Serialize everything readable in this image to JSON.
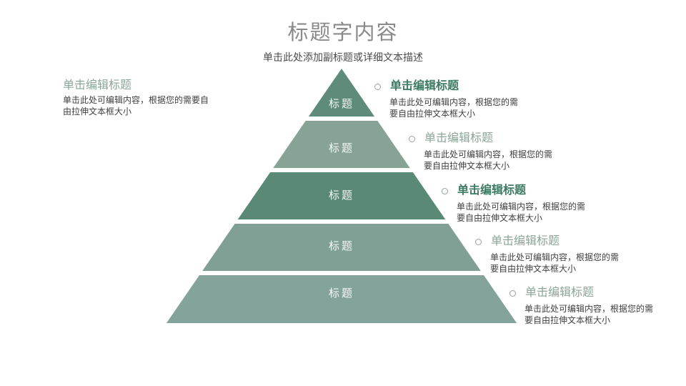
{
  "slide": {
    "title": "标题字内容",
    "subtitle": "单击此处添加副标题或详细文本描述"
  },
  "pyramid": {
    "levels": [
      {
        "label": "标题",
        "color": "#5E8B7A"
      },
      {
        "label": "标题",
        "color": "#86A396"
      },
      {
        "label": "标题",
        "color": "#5A8A76"
      },
      {
        "label": "标题",
        "color": "#80A095"
      },
      {
        "label": "标题",
        "color": "#84A49B"
      }
    ]
  },
  "left_block": {
    "title": "单击编辑标题",
    "body_line1": "单击此处可编辑内容，根据您的需要自",
    "body_line2": "由拉伸文本框大小"
  },
  "right_blocks": [
    {
      "title": "单击编辑标题",
      "body_line1": "单击此处可编辑内容，根据您的需",
      "body_line2": "要自由拉伸文本框大小",
      "title_color": "#3E7A63"
    },
    {
      "title": "单击编辑标题",
      "body_line1": "单击此处可编辑内容，根据您的需",
      "body_line2": "要自由拉伸文本框大小",
      "title_color": "#8BA698"
    },
    {
      "title": "单击编辑标题",
      "body_line1": "单击此处可编辑内容，根据您的需",
      "body_line2": "要自由拉伸文本框大小",
      "title_color": "#3E7A63"
    },
    {
      "title": "单击编辑标题",
      "body_line1": "单击此处可编辑内容，根据您的需",
      "body_line2": "要自由拉伸文本框大小",
      "title_color": "#8BA698"
    },
    {
      "title": "单击编辑标题",
      "body_line1": "单击此处可编辑内容，根据您的需",
      "body_line2": "要自由拉伸文本框大小",
      "title_color": "#8BA698"
    }
  ],
  "colors": {
    "accent_dark_green": "#3E7A63",
    "accent_light_green": "#8BA698",
    "body_text": "#404040",
    "title_gray": "#8A8A8A",
    "subtitle_gray": "#4C4C4C",
    "background": "#FFFFFF"
  }
}
